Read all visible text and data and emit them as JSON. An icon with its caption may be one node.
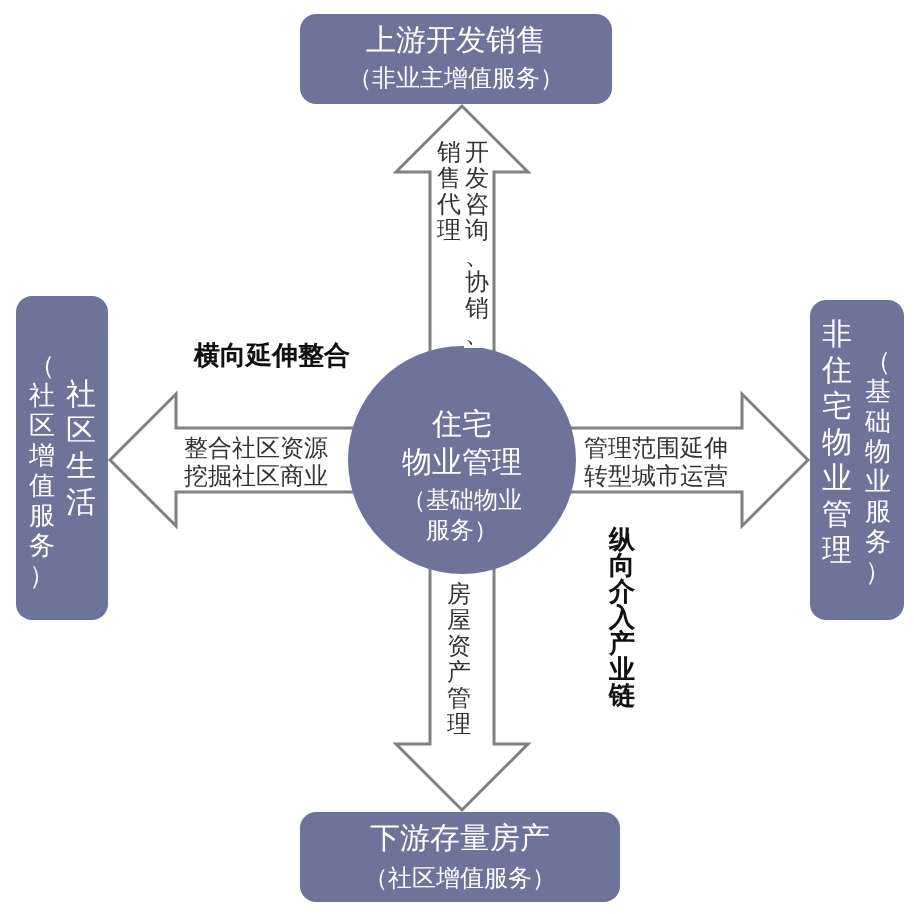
{
  "diagram": {
    "nodes": [
      {
        "text": [
          "住宅物业管理",
          "（基础物业服务）"
        ]
      },
      {
        "text": [
          "上游开发销售",
          "（非业主增值服务）"
        ]
      },
      {
        "text": [
          "（社区增值服务）",
          "社区生活"
        ]
      },
      {
        "text": [
          "非住宅物业管理",
          "（基础物业服务）"
        ]
      },
      {
        "text": [
          "下游存量房产",
          "（社区增值服务）"
        ]
      }
    ],
    "edges": [
      {
        "from": 0,
        "to": 1,
        "arrow": "to",
        "label": "开发咨询、协销、"
      },
      {
        "from": 0,
        "to": 2,
        "arrow": "to",
        "label": "整合社区资源挖掘社区商业"
      },
      {
        "from": 0,
        "to": 3,
        "arrow": "to",
        "label": "管理范围延伸转型城市运营"
      },
      {
        "from": 0,
        "to": 4,
        "arrow": "to",
        "label": "房屋资产管理"
      }
    ],
    "labels": [
      "销售代理",
      "横向延伸整合",
      "纵向介入产业链"
    ]
  }
}
